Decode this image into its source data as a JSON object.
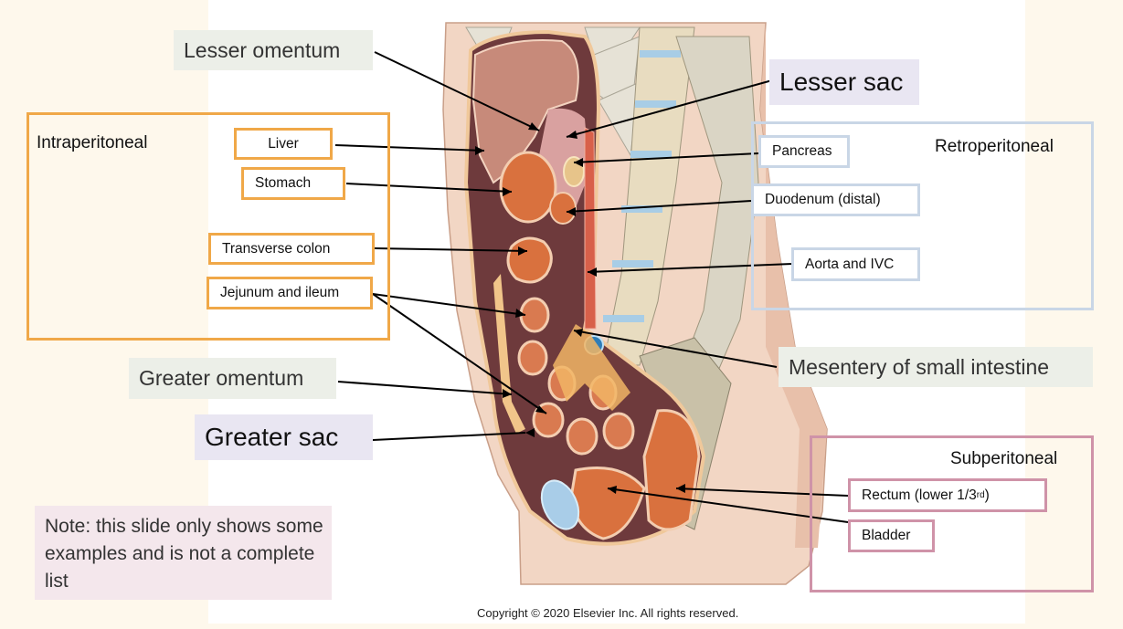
{
  "slide": {
    "background_color": "#FEF8EC",
    "panel_color": "#FFFFFF"
  },
  "labels": {
    "lesser_omentum": "Lesser omentum",
    "lesser_sac": "Lesser sac",
    "greater_omentum": "Greater omentum",
    "greater_sac": "Greater sac",
    "mesentery": "Mesentery of small intestine"
  },
  "groups": {
    "intraperitoneal": {
      "title": "Intraperitoneal",
      "color": "#F0A848",
      "organs": [
        "Liver",
        "Stomach",
        "Transverse colon",
        "Jejunum and ileum"
      ]
    },
    "retroperitoneal": {
      "title": "Retroperitoneal",
      "color": "#C9D6E6",
      "organs": [
        "Pancreas",
        "Duodenum (distal)",
        "Aorta and IVC"
      ]
    },
    "subperitoneal": {
      "title": "Subperitoneal",
      "color": "#CF93A8",
      "organs": [
        "Rectum (lower 1/3",
        "Bladder"
      ],
      "rectum_superscript": "rd",
      "rectum_suffix": ")"
    }
  },
  "note": "Note: this slide only shows some examples and is not a complete list",
  "copyright": "Copyright © 2020 Elsevier Inc. All rights reserved."
}
